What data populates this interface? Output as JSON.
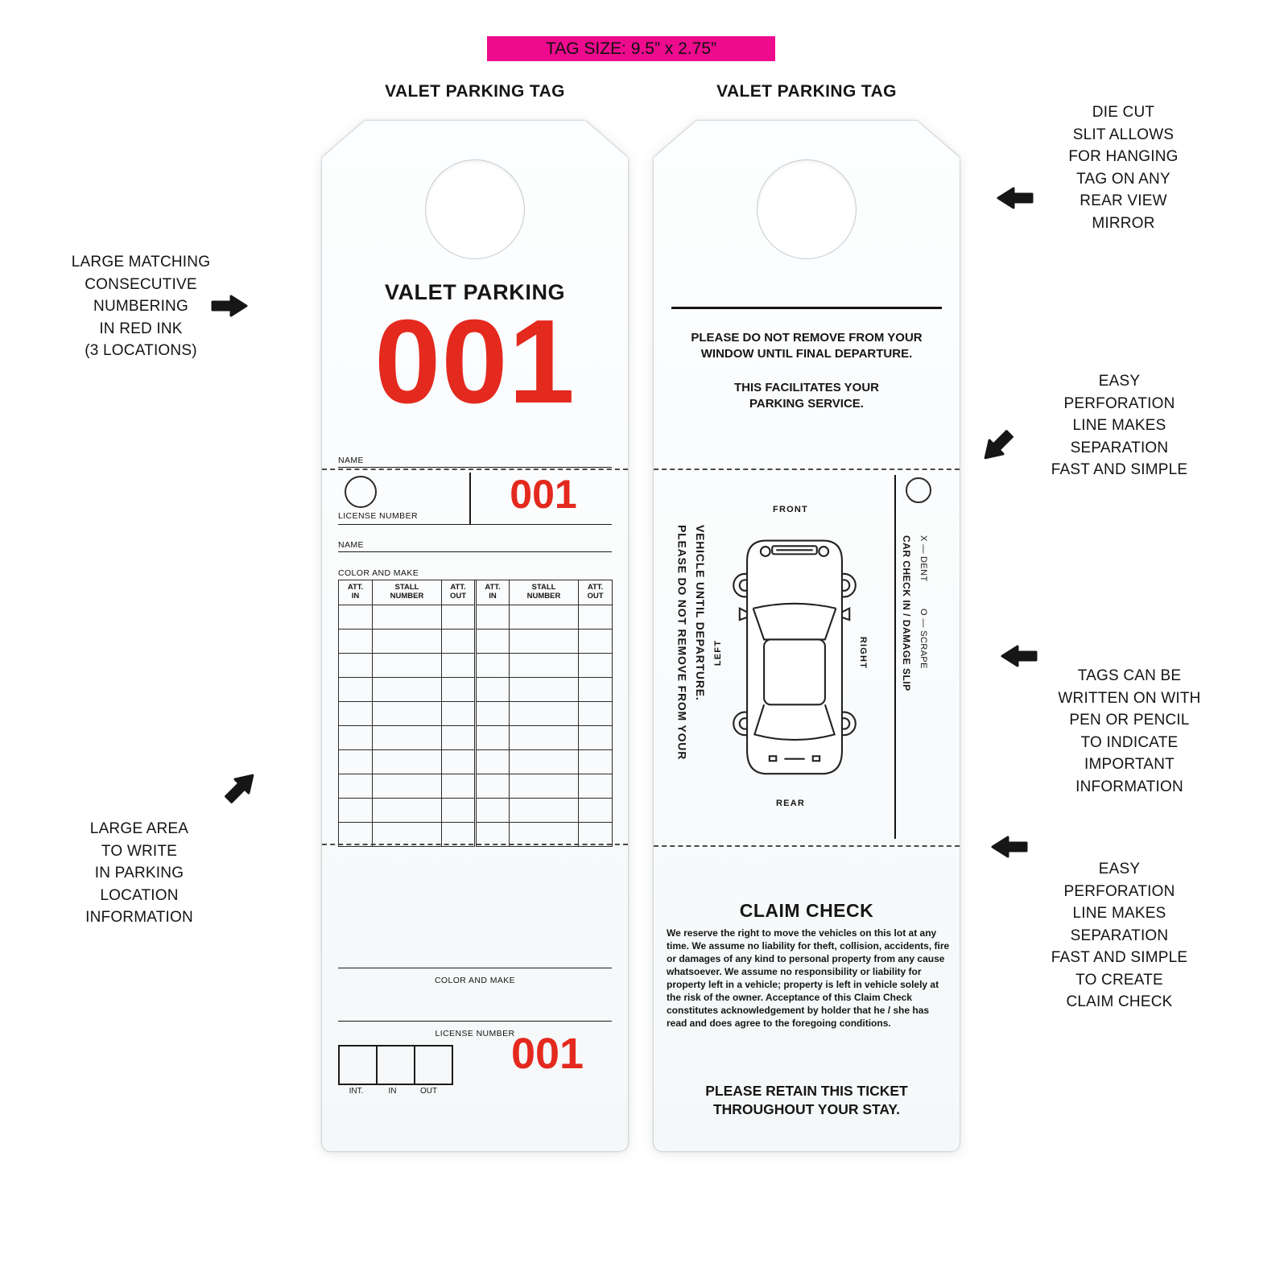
{
  "banner": {
    "text": "TAG SIZE: 9.5” x 2.75”"
  },
  "colors": {
    "accent_pink": "#ee0b8d",
    "number_red": "#e4291e",
    "ink": "#161616"
  },
  "tags": {
    "front": {
      "header": "VALET PARKING TAG",
      "title": "VALET PARKING",
      "big_number": "001",
      "name_label": "NAME",
      "stub": {
        "license_label": "LICENSE NUMBER",
        "number": "001"
      },
      "name_label_2": "NAME",
      "color_make_label": "COLOR AND MAKE",
      "table": {
        "headers": [
          "ATT.\nIN",
          "STALL\nNUMBER",
          "ATT.\nOUT",
          "ATT.\nIN",
          "STALL\nNUMBER",
          "ATT.\nOUT"
        ],
        "row_count": 10
      },
      "bottom": {
        "color_make_label": "COLOR AND MAKE",
        "license_label": "LICENSE NUMBER",
        "box_labels": [
          "INT.",
          "IN",
          "OUT"
        ],
        "number": "001"
      }
    },
    "back": {
      "header": "VALET PARKING TAG",
      "notice_1": "PLEASE DO NOT REMOVE FROM YOUR WINDOW UNTIL FINAL DEPARTURE.",
      "notice_2": "THIS FACILITATES YOUR PARKING SERVICE.",
      "left_vertical": "PLEASE DO NOT REMOVE FROM YOUR VEHICLE UNTIL DEPARTURE.",
      "car_labels": {
        "front": "FRONT",
        "rear": "REAR",
        "left": "LEFT",
        "right": "RIGHT"
      },
      "damage_slip": {
        "title": "CAR CHECK IN / DAMAGE SLIP",
        "key_1": "X — DENT",
        "key_2": "O — SCRAPE"
      },
      "claim": {
        "title": "CLAIM CHECK",
        "body": "We reserve the right to move the vehicles on this lot at any time. We assume no liability for theft, collision, accidents, fire or damages of any kind to personal property from any cause whatsoever. We assume no responsibility or liability for property left in a vehicle; property is left in vehicle solely at the risk of the owner. Acceptance of this Claim Check constitutes acknowledgement by holder that he / she has read and does agree to the foregoing conditions.",
        "footer": "PLEASE RETAIN THIS TICKET THROUGHOUT YOUR STAY."
      }
    }
  },
  "annotations": {
    "numbering": {
      "text": "LARGE MATCHING\nCONSECUTIVE\nNUMBERING\nIN RED INK\n(3 LOCATIONS)"
    },
    "die_cut": {
      "text": "DIE CUT\nSLIT ALLOWS\nFOR HANGING\nTAG ON ANY\nREAR VIEW\nMIRROR"
    },
    "perforation_top": {
      "text": "EASY\nPERFORATION\nLINE MAKES\nSEPARATION\nFAST AND SIMPLE"
    },
    "write_on": {
      "text": "TAGS CAN BE\nWRITTEN ON WITH\nPEN OR PENCIL\nTO INDICATE\nIMPORTANT\nINFORMATION"
    },
    "perforation_bottom": {
      "text": "EASY\nPERFORATION\nLINE MAKES\nSEPARATION\nFAST AND SIMPLE\nTO CREATE\nCLAIM CHECK"
    },
    "write_area": {
      "text": "LARGE AREA\nTO WRITE\nIN PARKING\nLOCATION\nINFORMATION"
    }
  }
}
